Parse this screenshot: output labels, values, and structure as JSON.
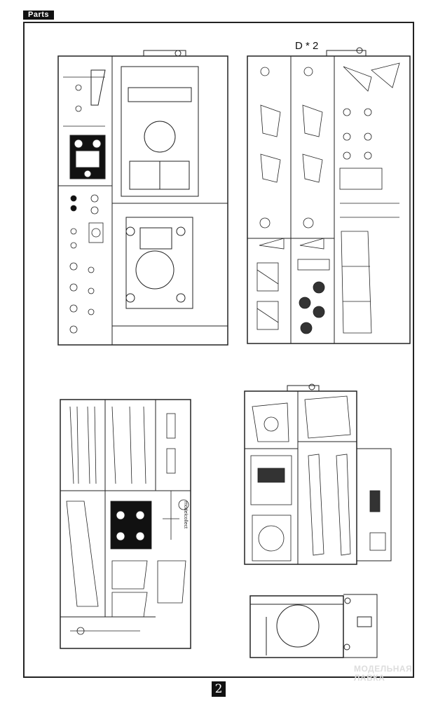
{
  "header": {
    "section_label": "Parts"
  },
  "sprue_b": {
    "quantity_label": "D * 2"
  },
  "sprue_c": {
    "brand_text": "modelcollect"
  },
  "footer": {
    "page_number": "2"
  },
  "watermark": {
    "line1": "МОДЕЛЬНАЯ",
    "line2": "ЛАВКА"
  }
}
